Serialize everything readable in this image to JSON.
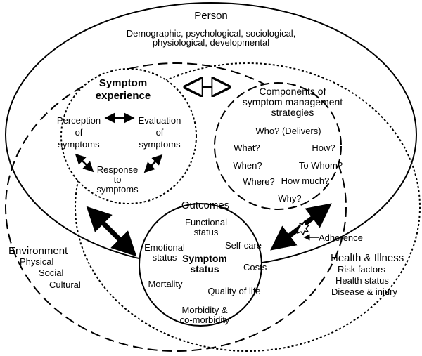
{
  "person": {
    "title": "Person",
    "line1": "Demographic, psychological, sociological,",
    "line2": "physiological, developmental"
  },
  "symptom_experience": {
    "title_line1": "Symptom",
    "title_line2": "experience",
    "perception": [
      "Perception",
      "of",
      "symptoms"
    ],
    "evaluation": [
      "Evaluation",
      "of",
      "symptoms"
    ],
    "response": [
      "Response",
      "to",
      "symptoms"
    ]
  },
  "components": {
    "title": [
      "Components of",
      "symptom management",
      "strategies"
    ],
    "who": "Who? (Delivers)",
    "what": "What?",
    "how": "How?",
    "when": "When?",
    "to_whom": "To Whom?",
    "where": "Where?",
    "how_much": "How much?",
    "why": "Why?"
  },
  "outcomes": {
    "title": "Outcomes",
    "functional_status": [
      "Functional",
      "status"
    ],
    "emotional_status": [
      "Emotional",
      "status"
    ],
    "self_care": "Self-care",
    "symptom_status": [
      "Symptom",
      "status"
    ],
    "costs": "Costs",
    "mortality": "Mortality",
    "quality_of_life": "Quality of life",
    "morbidity": [
      "Morbidity &",
      "co-morbidity"
    ]
  },
  "adherence": "Adherence",
  "environment": {
    "title": "Environment",
    "items": [
      "Physical",
      "Social",
      "Cultural"
    ]
  },
  "health_illness": {
    "title": "Health & Illness",
    "items": [
      "Risk factors",
      "Health status",
      "Disease & injury"
    ]
  }
}
